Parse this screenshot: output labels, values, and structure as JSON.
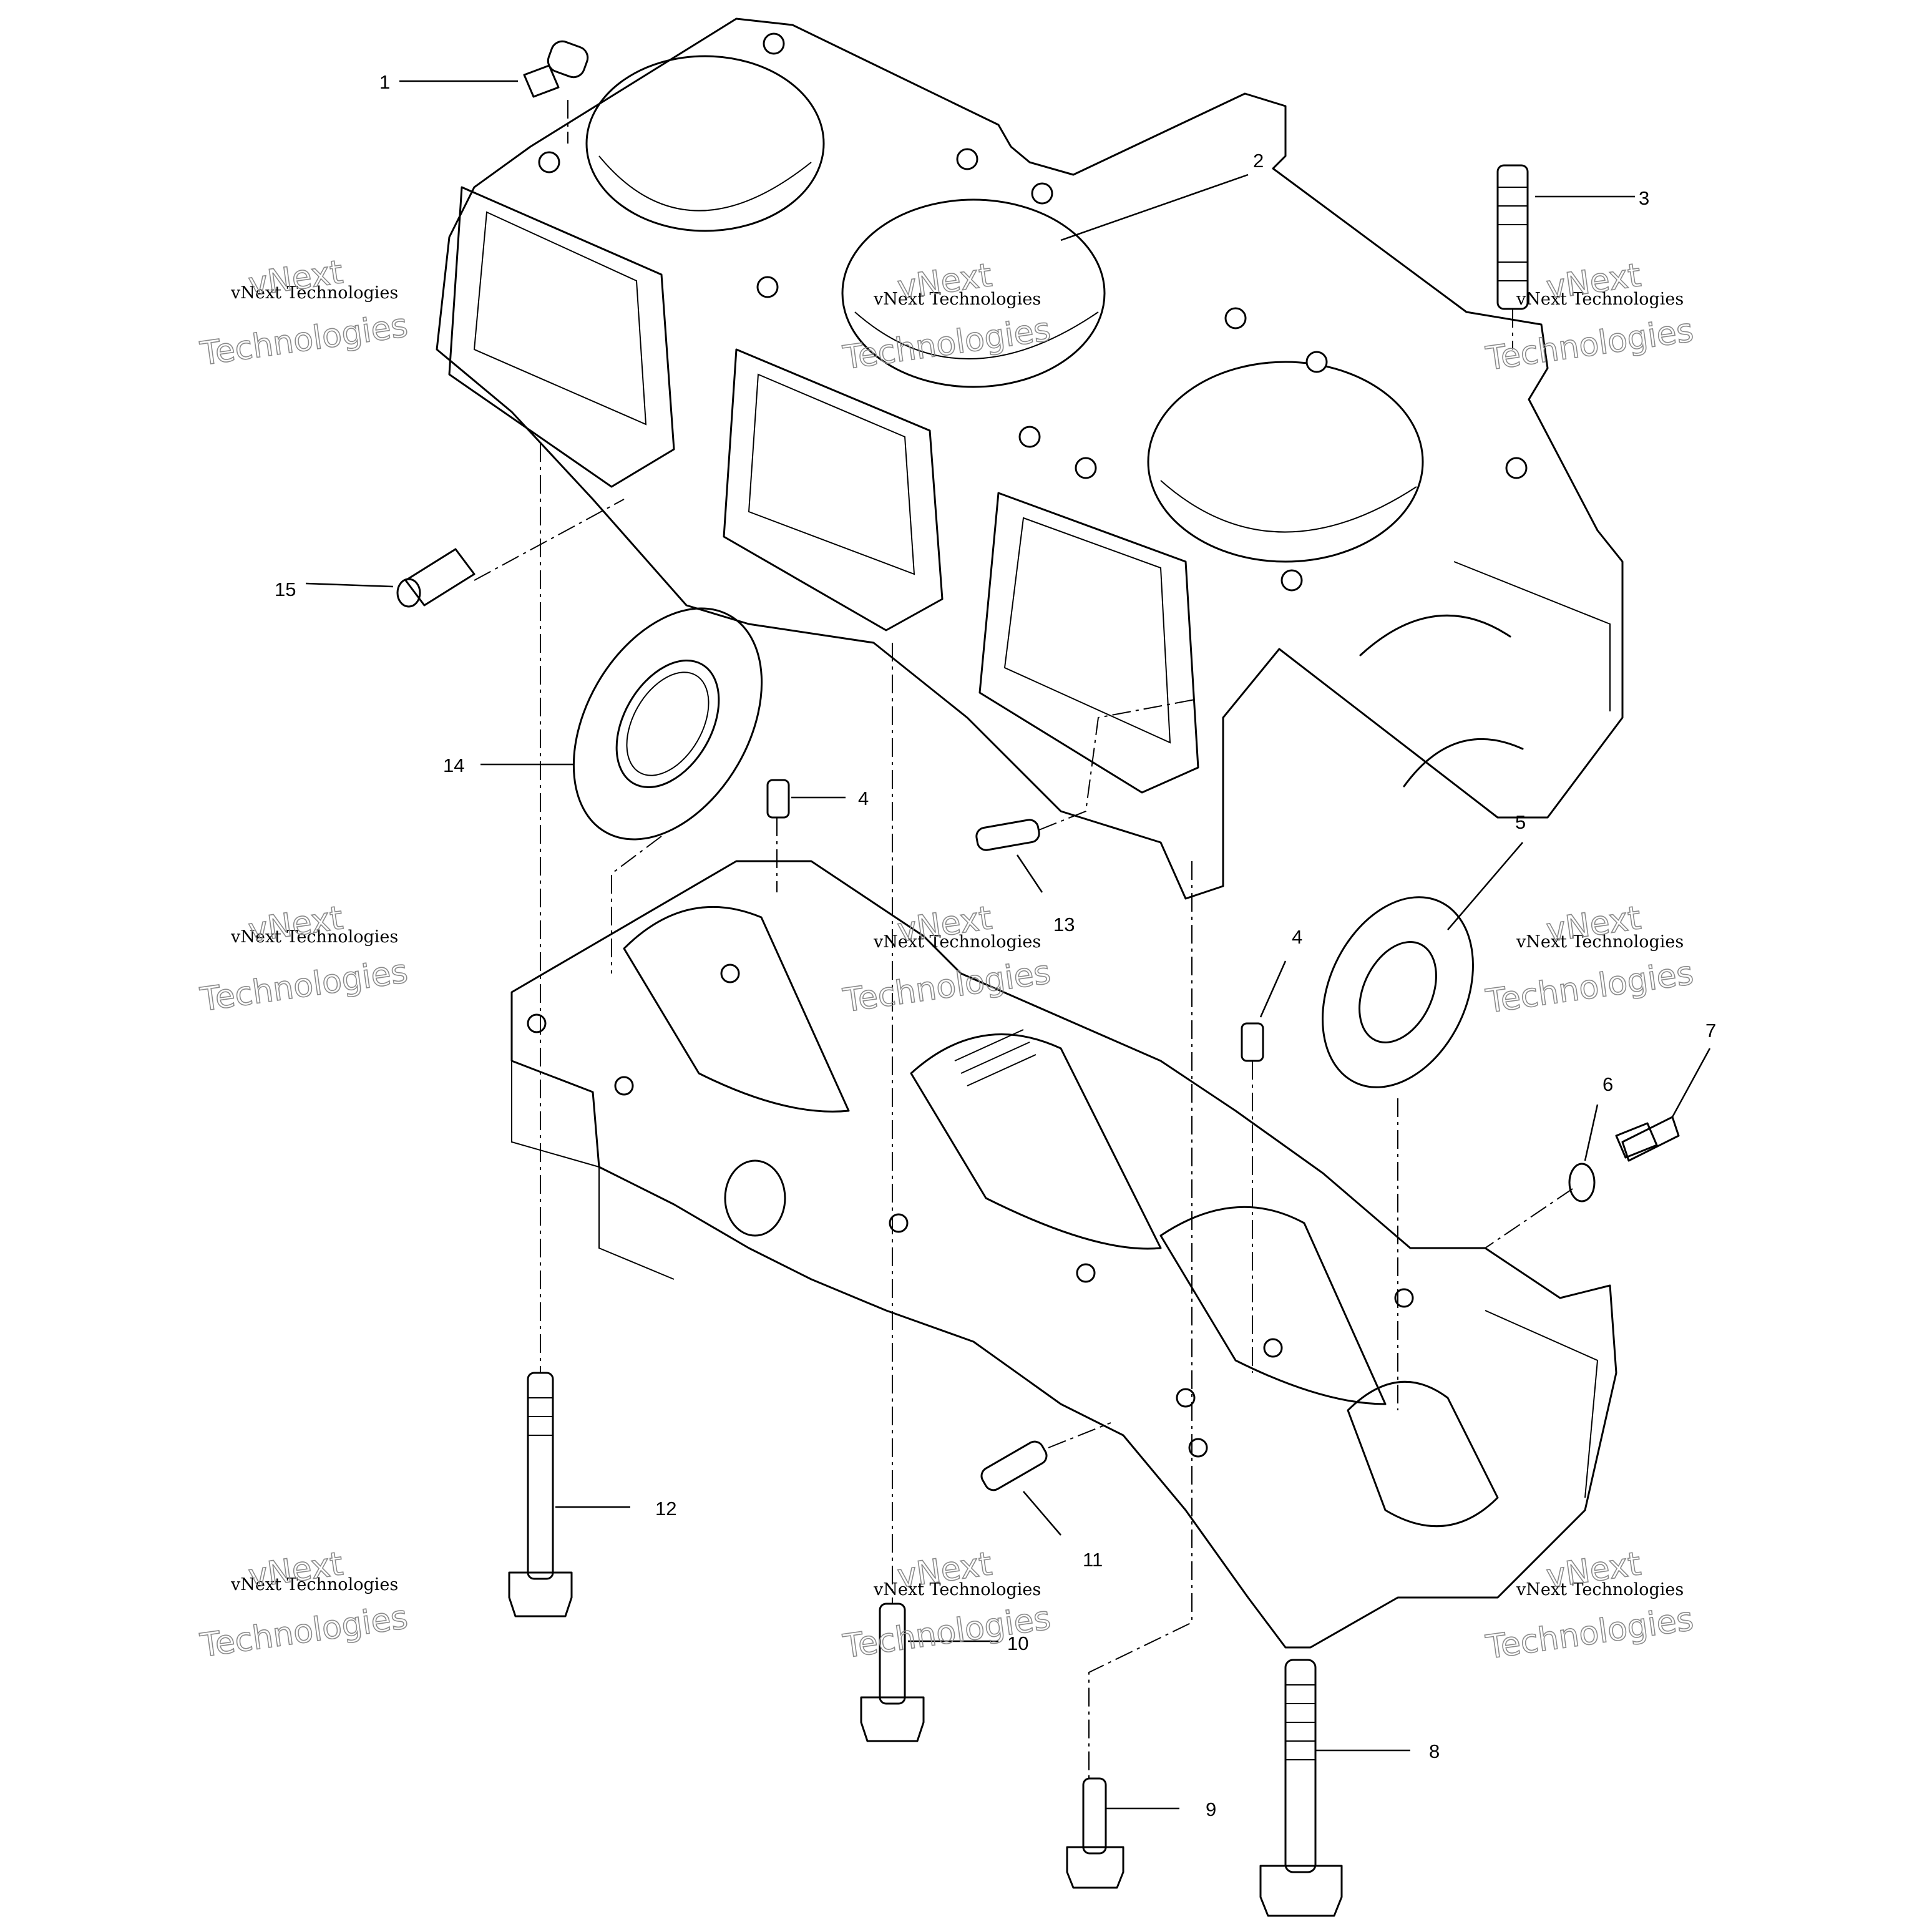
{
  "callouts": {
    "c1": "1",
    "c2": "2",
    "c3": "3",
    "c4a": "4",
    "c4b": "4",
    "c5": "5",
    "c6": "6",
    "c7": "7",
    "c8": "8",
    "c9": "9",
    "c10": "10",
    "c11": "11",
    "c12": "12",
    "c13": "13",
    "c14": "14",
    "c15": "15"
  },
  "watermark": {
    "line_small": "vNext Technologies",
    "line_top": "vNext",
    "line_bottom": "Technologies"
  }
}
